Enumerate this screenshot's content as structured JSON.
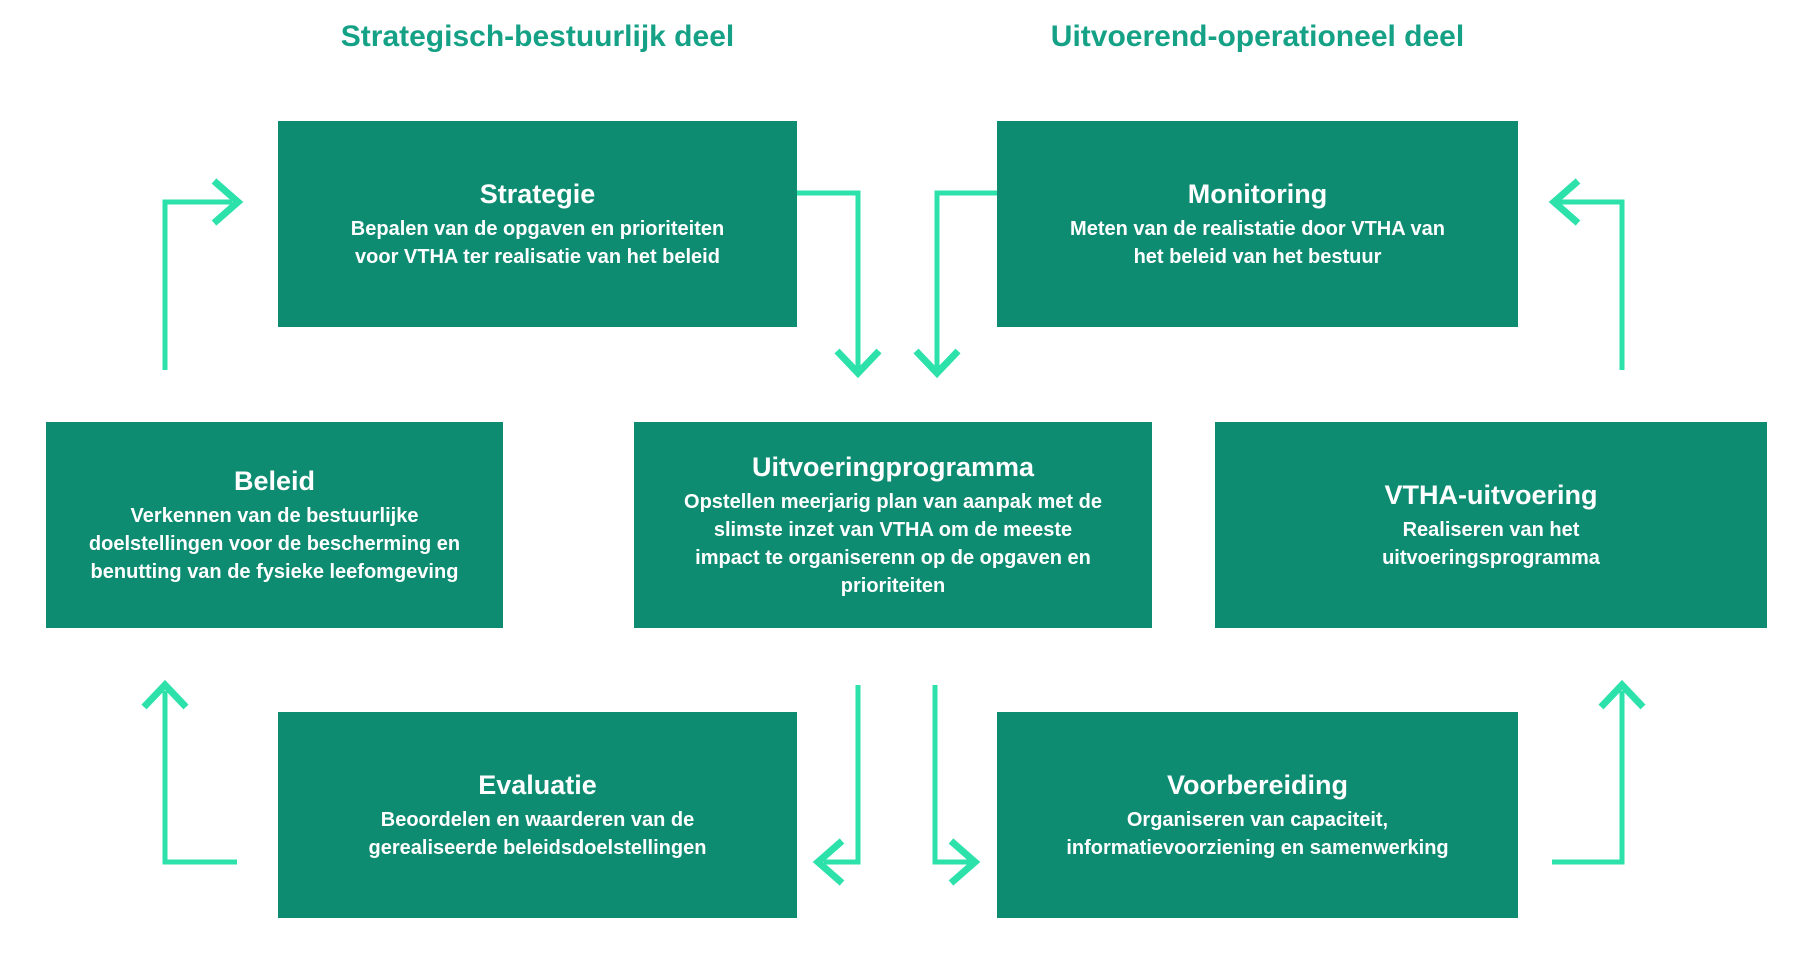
{
  "diagram": {
    "headers": {
      "left": "Strategisch-bestuurlijk deel",
      "right": "Uitvoerend-operationeel deel"
    },
    "boxes": {
      "strategie": {
        "title": "Strategie",
        "description": "Bepalen van de opgaven en prioriteiten\nvoor VTHA ter realisatie van het beleid"
      },
      "monitoring": {
        "title": "Monitoring",
        "description": "Meten van de realistatie door VTHA van\nhet beleid van het bestuur"
      },
      "beleid": {
        "title": "Beleid",
        "description": "Verkennen van de bestuurlijke\ndoelstellingen voor de bescherming en\nbenutting van de fysieke leefomgeving"
      },
      "uitvoeringprogramma": {
        "title": "Uitvoeringprogramma",
        "description": "Opstellen meerjarig plan van aanpak met de\nslimste inzet van VTHA om de meeste\nimpact te organiserenn op de opgaven en\nprioriteiten"
      },
      "vtha_uitvoering": {
        "title": "VTHA-uitvoering",
        "description": "Realiseren van het\nuitvoeringsprogramma"
      },
      "evaluatie": {
        "title": "Evaluatie",
        "description": "Beoordelen en waarderen van de\ngerealiseerde beleidsdoelstellingen"
      },
      "voorbereiding": {
        "title": "Voorbereiding",
        "description": "Organiseren van capaciteit,\ninformatievoorziening en samenwerking"
      }
    },
    "arrows": [
      {
        "name": "beleid-to-strategie",
        "direction": "right"
      },
      {
        "name": "strategie-to-uitvoeringprogramma",
        "direction": "down"
      },
      {
        "name": "monitoring-to-uitvoeringprogramma",
        "direction": "down"
      },
      {
        "name": "uitvoeringprogramma-to-evaluatie",
        "direction": "left"
      },
      {
        "name": "uitvoeringprogramma-to-voorbereiding",
        "direction": "right"
      },
      {
        "name": "evaluatie-to-beleid",
        "direction": "up"
      },
      {
        "name": "vtha-uitvoering-to-monitoring",
        "direction": "left"
      },
      {
        "name": "voorbereiding-to-vtha-uitvoering",
        "direction": "up"
      }
    ],
    "colors": {
      "box_fill": "#0e8c72",
      "box_text": "#ffffff",
      "heading_text": "#14a186",
      "arrow": "#2de1aa",
      "background": "#ffffff"
    }
  }
}
